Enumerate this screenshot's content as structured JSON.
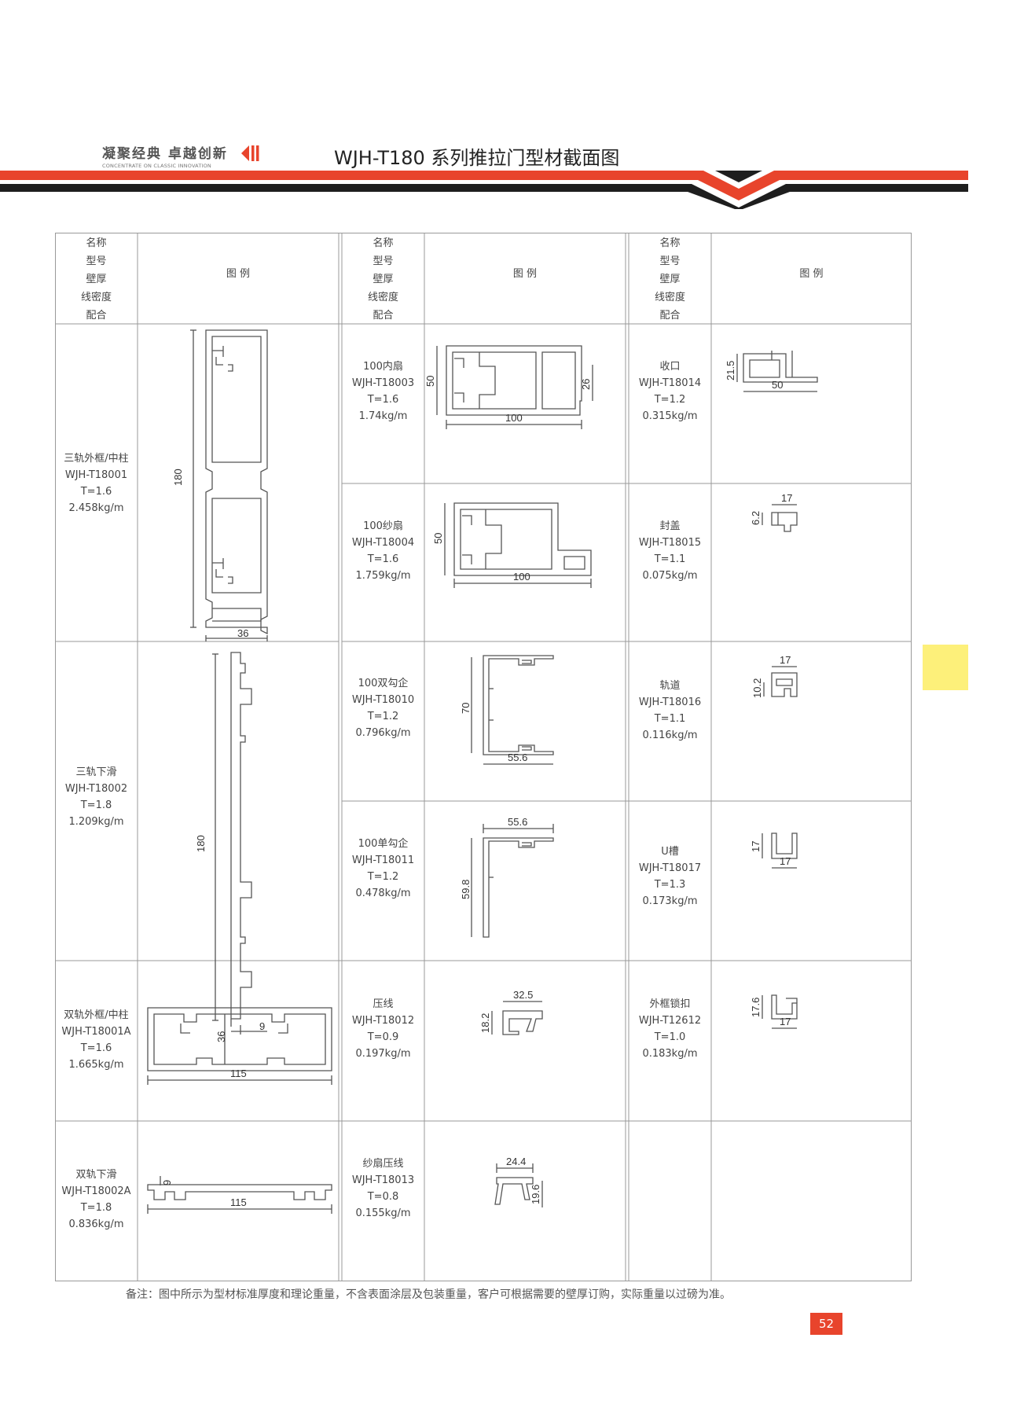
{
  "header": {
    "slogan_cn": "凝聚经典  卓越创新",
    "slogan_en": "CONCENTRATE ON CLASSIC INNOVATION",
    "title": "WJH-T180 系列推拉门型材截面图"
  },
  "table_header": {
    "col_labels": [
      "名称",
      "型号",
      "壁厚",
      "线密度",
      "配合"
    ],
    "picture_label": "图 例"
  },
  "items": [
    {
      "name": "三轨外框/中柱",
      "model": "WJH-T18001",
      "thickness": "T=1.6",
      "density": "2.458kg/m",
      "dims": [
        "180",
        "36"
      ]
    },
    {
      "name": "三轨下滑",
      "model": "WJH-T18002",
      "thickness": "T=1.8",
      "density": "1.209kg/m",
      "dims": [
        "180",
        "9"
      ]
    },
    {
      "name": "双轨外框/中柱",
      "model": "WJH-T18001A",
      "thickness": "T=1.6",
      "density": "1.665kg/m",
      "dims": [
        "36",
        "115"
      ]
    },
    {
      "name": "双轨下滑",
      "model": "WJH-T18002A",
      "thickness": "T=1.8",
      "density": "0.836kg/m",
      "dims": [
        "9",
        "115"
      ]
    },
    {
      "name": "100内扇",
      "model": "WJH-T18003",
      "thickness": "T=1.6",
      "density": "1.74kg/m",
      "dims": [
        "50",
        "26",
        "100"
      ]
    },
    {
      "name": "100纱扇",
      "model": "WJH-T18004",
      "thickness": "T=1.6",
      "density": "1.759kg/m",
      "dims": [
        "50",
        "100"
      ]
    },
    {
      "name": "100双勾企",
      "model": "WJH-T18010",
      "thickness": "T=1.2",
      "density": "0.796kg/m",
      "dims": [
        "70",
        "55.6"
      ]
    },
    {
      "name": "100单勾企",
      "model": "WJH-T18011",
      "thickness": "T=1.2",
      "density": "0.478kg/m",
      "dims": [
        "55.6",
        "59.8"
      ]
    },
    {
      "name": "压线",
      "model": "WJH-T18012",
      "thickness": "T=0.9",
      "density": "0.197kg/m",
      "dims": [
        "32.5",
        "18.2"
      ]
    },
    {
      "name": "纱扇压线",
      "model": "WJH-T18013",
      "thickness": "T=0.8",
      "density": "0.155kg/m",
      "dims": [
        "24.4",
        "19.6"
      ]
    },
    {
      "name": "收口",
      "model": "WJH-T18014",
      "thickness": "T=1.2",
      "density": "0.315kg/m",
      "dims": [
        "21.5",
        "50"
      ]
    },
    {
      "name": "封盖",
      "model": "WJH-T18015",
      "thickness": "T=1.1",
      "density": "0.075kg/m",
      "dims": [
        "6.2",
        "17"
      ]
    },
    {
      "name": "轨道",
      "model": "WJH-T18016",
      "thickness": "T=1.1",
      "density": "0.116kg/m",
      "dims": [
        "17",
        "10.2"
      ]
    },
    {
      "name": "U槽",
      "model": "WJH-T18017",
      "thickness": "T=1.3",
      "density": "0.173kg/m",
      "dims": [
        "17",
        "17"
      ]
    },
    {
      "name": "外框锁扣",
      "model": "WJH-T12612",
      "thickness": "T=1.0",
      "density": "0.183kg/m",
      "dims": [
        "17.6",
        "17"
      ]
    }
  ],
  "footnote": "备注：图中所示为型材标准厚度和理论重量，不含表面涂层及包装重量，客户可根据需要的壁厚订购，实际重量以过磅为准。",
  "page_number": "52",
  "colors": {
    "accent_red": "#e8442c",
    "band_black": "#1e1e1e",
    "tab_yellow": "#fdf07a"
  }
}
